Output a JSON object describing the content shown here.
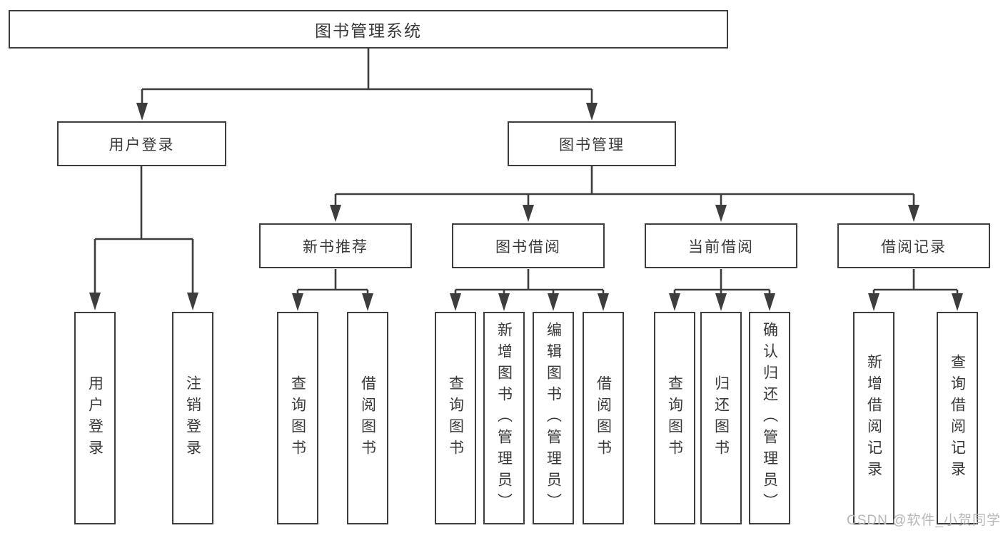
{
  "diagram": {
    "root": {
      "label": "图书管理系统"
    },
    "level1": [
      {
        "label": "用户登录"
      },
      {
        "label": "图书管理"
      }
    ],
    "level2": [
      {
        "label": "新书推荐"
      },
      {
        "label": "图书借阅"
      },
      {
        "label": "当前借阅"
      },
      {
        "label": "借阅记录"
      }
    ],
    "leaves": {
      "user_login": [
        "用户登录",
        "注销登录"
      ],
      "new_book_recommend": [
        "查询图书",
        "借阅图书"
      ],
      "book_borrow": [
        "查询图书",
        "新增图书（管理员）",
        "编辑图书（管理员）",
        "借阅图书"
      ],
      "current_borrow": [
        "查询图书",
        "归还图书",
        "确认归还（管理员）"
      ],
      "borrow_records": [
        "新增借阅记录",
        "查询借阅记录"
      ]
    }
  },
  "watermark": {
    "text": "CSDN @软件_小贺同学"
  },
  "colors": {
    "line": "#3d3d3d",
    "text": "#383838",
    "background": "#ffffff",
    "watermark": "#b7b7b7"
  }
}
